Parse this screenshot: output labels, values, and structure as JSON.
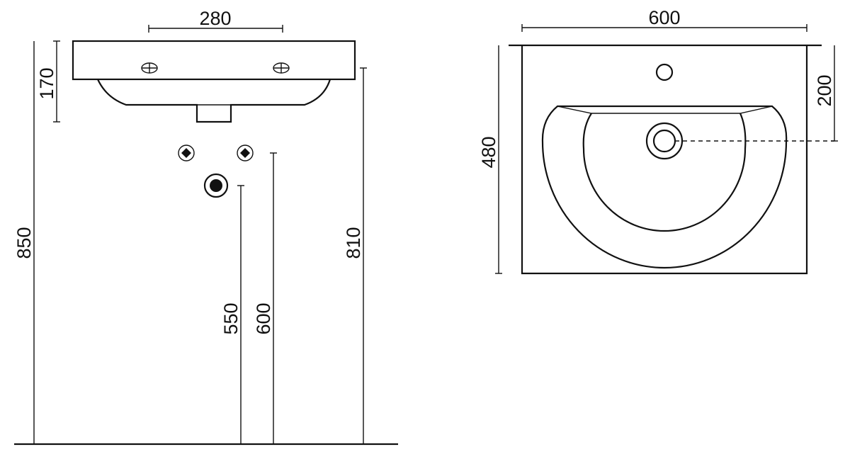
{
  "front_view": {
    "dim_width_top": "280",
    "dim_basin_height": "170",
    "dim_total_height": "850",
    "dim_rim_height": "810",
    "dim_drain_height": "550",
    "dim_supply_height": "600"
  },
  "top_view": {
    "dim_width": "600",
    "dim_depth": "480",
    "dim_drain_offset": "200"
  },
  "colors": {
    "line": "#111111",
    "background": "#ffffff"
  }
}
